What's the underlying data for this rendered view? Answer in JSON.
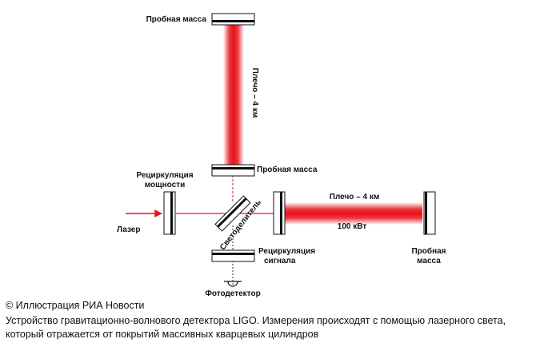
{
  "labels": {
    "test_mass_top": "Пробная масса",
    "test_mass_mid": "Пробная масса",
    "test_mass_right_l1": "Пробная",
    "test_mass_right_l2": "масса",
    "arm_vertical": "Плечо – 4 км",
    "arm_horizontal": "Плечо – 4 км",
    "power_recycling_l1": "Рециркуляция",
    "power_recycling_l2": "мощности",
    "signal_recycling_l1": "Рециркуляция",
    "signal_recycling_l2": "сигнала",
    "laser": "Лазер",
    "beamsplitter": "Светоделитель",
    "power": "100 кВт",
    "photodetector": "Фотодетектор"
  },
  "caption": {
    "credit": "© Иллюстрация РИА Новости",
    "line1": "Устройство гравитационно-волнового детектора LIGO. Измерения происходят с помощью лазерного света,",
    "line2": "который отражается от покрытий массивных кварцевых цилиндров"
  },
  "colors": {
    "beam": "#e8131b",
    "mirror": "#111111"
  }
}
